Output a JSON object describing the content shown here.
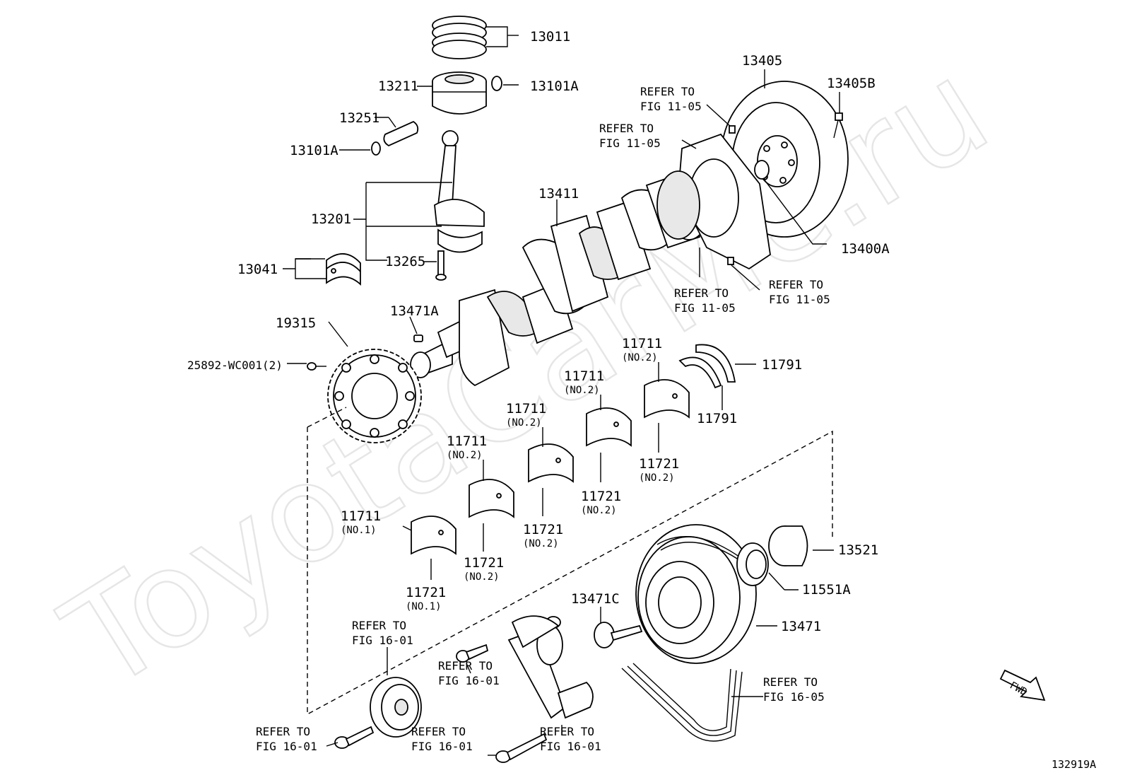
{
  "watermark": "ToyotaCarMe.ru",
  "diagram_id": "132919A",
  "fwd_label": "FWD",
  "callouts": {
    "p13011": "13011",
    "p13211": "13211",
    "p13101a_top": "13101A",
    "p13251": "13251",
    "p13101a_left": "13101A",
    "p13201": "13201",
    "p13265": "13265",
    "p13041": "13041",
    "p13471a": "13471A",
    "p19315": "19315",
    "p25892": "25892-WC001(2)",
    "p13411": "13411",
    "p13405": "13405",
    "p13405b": "13405B",
    "p13400a": "13400A",
    "p11791_right": "11791",
    "p11791_low": "11791",
    "p13521": "13521",
    "p11551a": "11551A",
    "p13471c": "13471C",
    "p13471": "13471"
  },
  "bearings_upper": [
    {
      "number": "11711",
      "note": "(NO.2)"
    },
    {
      "number": "11711",
      "note": "(NO.2)"
    },
    {
      "number": "11711",
      "note": "(NO.2)"
    },
    {
      "number": "11711",
      "note": "(NO.2)"
    },
    {
      "number": "11711",
      "note": "(NO.1)"
    }
  ],
  "bearings_lower": [
    {
      "number": "11721",
      "note": "(NO.2)"
    },
    {
      "number": "11721",
      "note": "(NO.2)"
    },
    {
      "number": "11721",
      "note": "(NO.2)"
    },
    {
      "number": "11721",
      "note": "(NO.2)"
    },
    {
      "number": "11721",
      "note": "(NO.1)"
    }
  ],
  "refer": {
    "line1": "REFER TO",
    "fig_11_05": "FIG 11-05",
    "fig_16_01": "FIG 16-01",
    "fig_16_05": "FIG 16-05"
  }
}
